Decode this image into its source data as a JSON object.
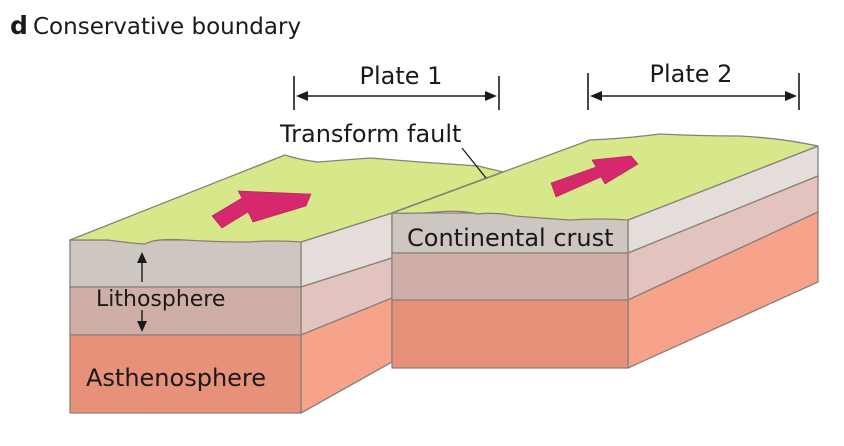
{
  "figure": {
    "panel_letter": "d",
    "title": "Conservative boundary"
  },
  "labels": {
    "plate_1": "Plate 1",
    "plate_2": "Plate 2",
    "transform_fault": "Transform fault",
    "continental_crust": "Continental crust",
    "lithosphere": "Lithosphere",
    "asthenosphere": "Asthenosphere"
  },
  "colors": {
    "surface": "#d6e88a",
    "crust_front": "#cdc6c1",
    "crust_side": "#e4ddd9",
    "lith_front": "#cfaea8",
    "lith_side": "#e2c3bf",
    "asth_front": "#e8917a",
    "asth_side": "#f7a38b",
    "motion_arrow": "#d6286c",
    "outline": "#8a7f78"
  }
}
